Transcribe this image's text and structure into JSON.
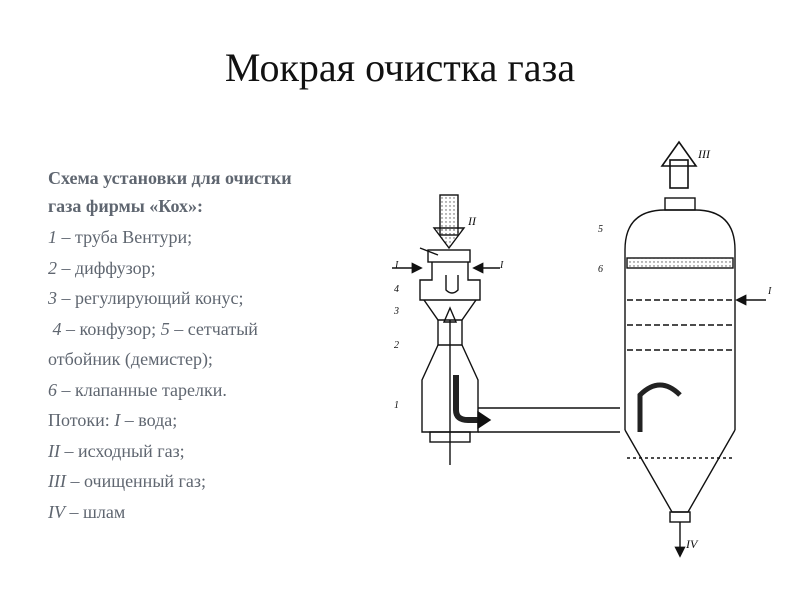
{
  "slide": {
    "title": "Мокрая очистка газа",
    "heading_line1": "Схема установки для очистки",
    "heading_line2": "газа фирмы «Кох»:",
    "items": [
      {
        "num": "1",
        "text": " – труба Вентури;"
      },
      {
        "num": "2",
        "text": " – диффузор;"
      },
      {
        "num": "3",
        "text": " –  регулирующий конус;"
      }
    ],
    "item4_num": "4",
    "item4_text": " –  конфузор; ",
    "item5_num": "5",
    "item5_text": "  – сетчатый",
    "item5_cont": "отбойник (демистер);",
    "item6_num": "6",
    "item6_text": " – клапанные тарелки.",
    "streams_prefix": "Потоки: ",
    "streams": [
      {
        "num": "I",
        "text": " – вода;"
      },
      {
        "num": "II",
        "text": " – исходный газ;"
      },
      {
        "num": "III",
        "text": " – очищенный газ;"
      },
      {
        "num": "IV",
        "text": " – шлам"
      }
    ]
  },
  "diagram": {
    "labels": {
      "l1": "1",
      "l2": "2",
      "l3": "3",
      "l4": "4",
      "l5": "5",
      "l6": "6",
      "water_left_a": "I",
      "water_left_b": "I",
      "water_right": "I",
      "gas_in": "II",
      "gas_out": "III",
      "sludge": "IV"
    }
  }
}
